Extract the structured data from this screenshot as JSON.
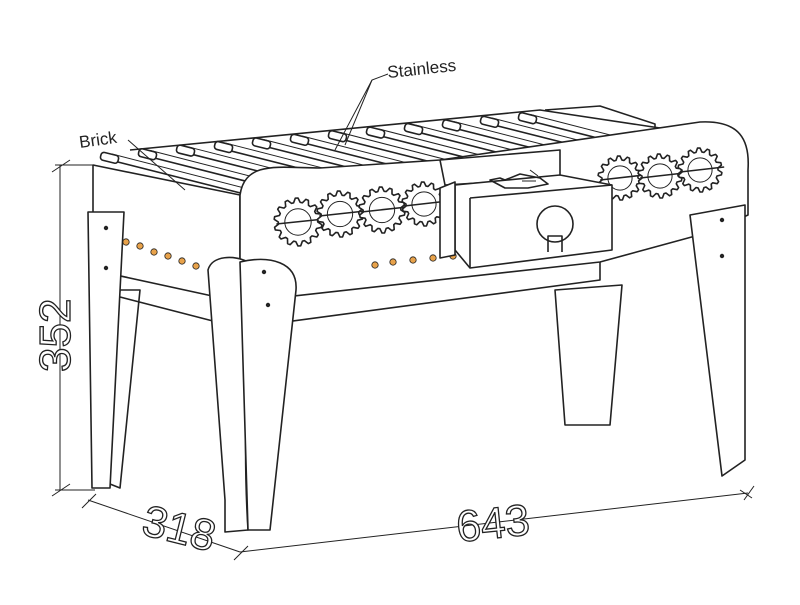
{
  "labels": {
    "stainless": "Stainless",
    "brick": "Brick"
  },
  "dimensions": {
    "height": "352",
    "depth": "318",
    "width": "643"
  },
  "colors": {
    "line": "#222222",
    "hole": "#e8a24a",
    "background": "#ffffff"
  }
}
